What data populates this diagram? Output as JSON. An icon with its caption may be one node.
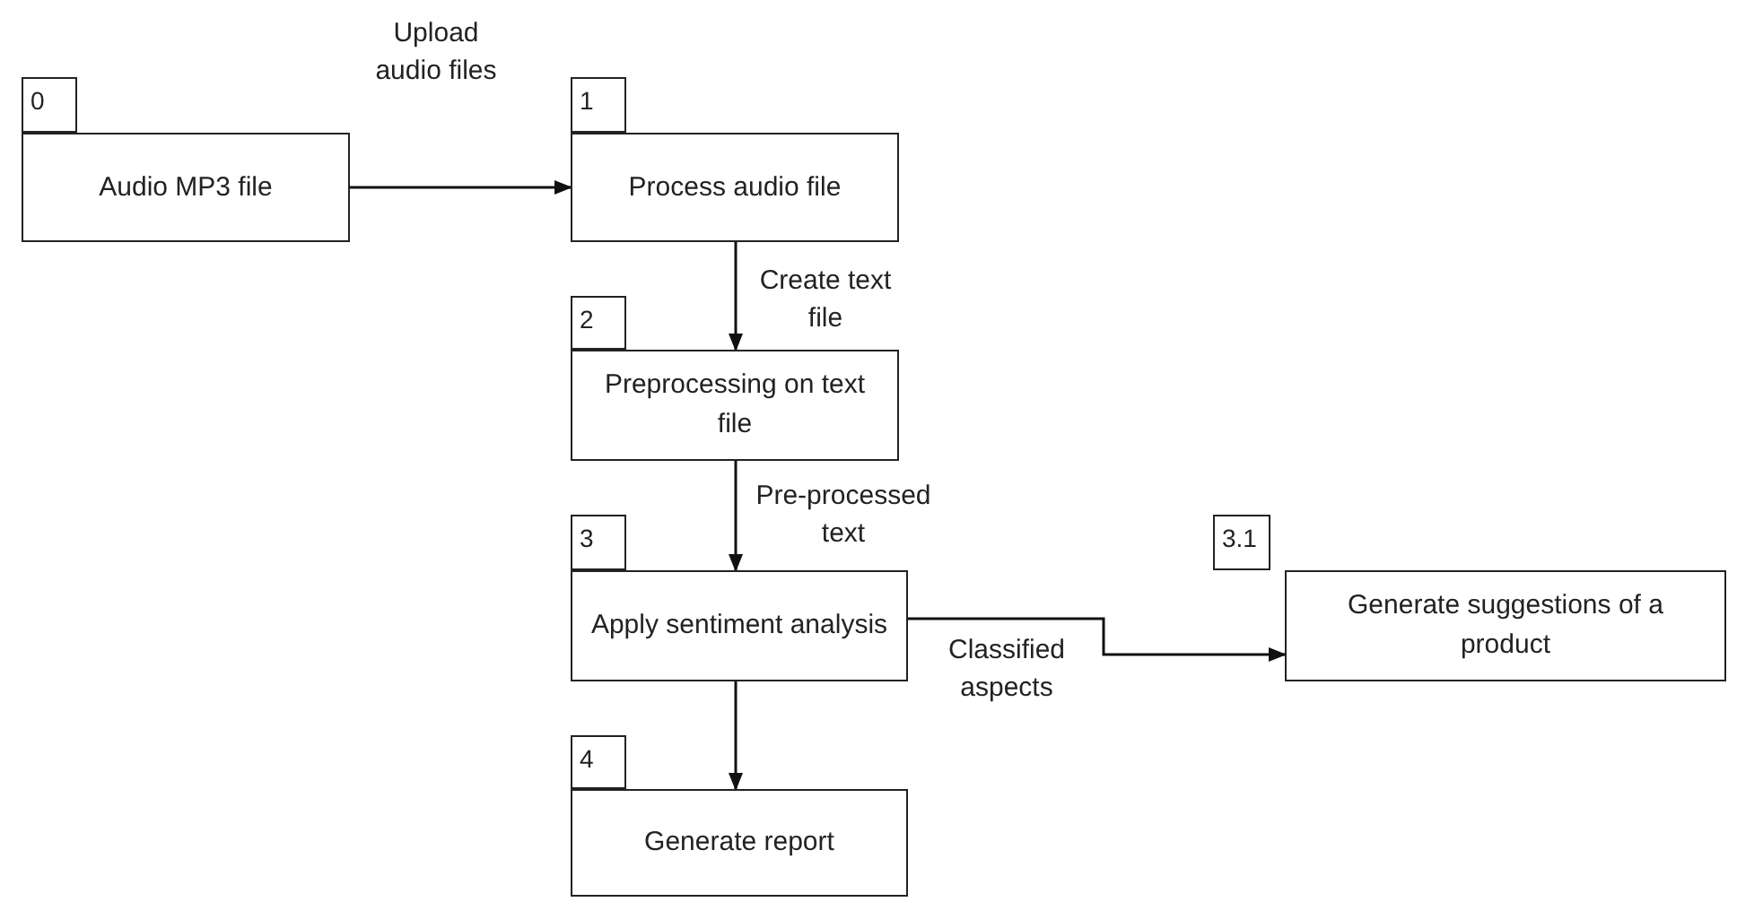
{
  "diagram": {
    "nodes": [
      {
        "text": [
          "0",
          "Audio MP3 file"
        ]
      },
      {
        "text": [
          "1",
          "Process audio file"
        ]
      },
      {
        "text": [
          "2",
          "Preprocessing on text file"
        ]
      },
      {
        "text": [
          "3",
          "Apply sentiment analysis"
        ]
      },
      {
        "text": [
          "4",
          "Generate report"
        ]
      },
      {
        "text": [
          "3.1",
          "Generate suggestions of a product"
        ]
      }
    ],
    "edges": [
      {
        "from": 0,
        "to": 1,
        "arrow": "to",
        "label": "Upload audio files"
      },
      {
        "from": 1,
        "to": 2,
        "arrow": "to",
        "label": "Create text file"
      },
      {
        "from": 2,
        "to": 3,
        "arrow": "to",
        "label": "Pre-processed text"
      },
      {
        "from": 3,
        "to": 5,
        "arrow": "to",
        "label": "Classified aspects"
      },
      {
        "from": 3,
        "to": 4,
        "arrow": "to"
      }
    ]
  }
}
